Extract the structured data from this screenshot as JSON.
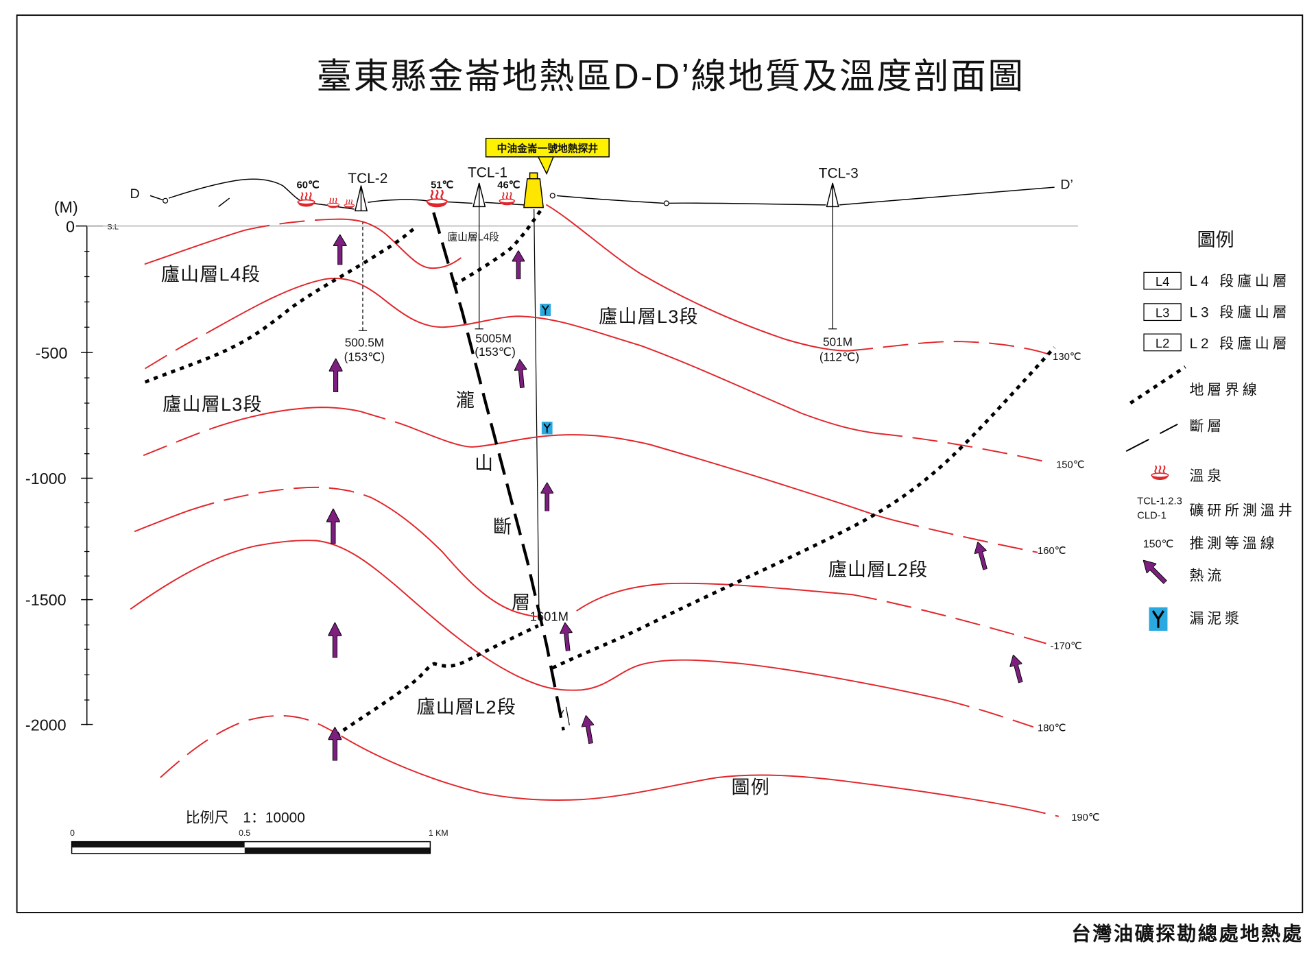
{
  "title": "臺東縣金崙地熱區D-D’線地質及溫度剖面圖",
  "section_ends": {
    "start": "D",
    "end": "D’"
  },
  "exploration_well": {
    "name": "中油金崙一號地熱探井",
    "depth": "1601M"
  },
  "axis": {
    "unit": "(M)",
    "sea_level": "S.L",
    "ticks": [
      "0",
      "-500",
      "-1000",
      "-1500",
      "-2000"
    ]
  },
  "hot_springs": [
    {
      "temp": "60℃"
    },
    {
      "temp": "51℃"
    },
    {
      "temp": "46℃"
    }
  ],
  "wells": [
    {
      "name": "TCL-2",
      "depth": "500.5M",
      "bottom_temp": "(153℃)"
    },
    {
      "name": "TCL-1",
      "depth": "5005M",
      "bottom_temp": "(153℃)"
    },
    {
      "name": "TCL-3",
      "depth": "501M",
      "bottom_temp": "(112℃)"
    }
  ],
  "formations": {
    "l4_small": "廬山層L4段",
    "l4_left": "廬山層L4段",
    "l3_left": "廬山層L3段",
    "l3_right": "廬山層L3段",
    "l2_right": "廬山層L2段",
    "l2_lower": "廬山層L2段"
  },
  "fault_label": [
    "瀧",
    "山",
    "斷",
    "層"
  ],
  "isotherms": [
    "130℃",
    "150℃",
    "160℃",
    "-170℃",
    "180℃",
    "190℃"
  ],
  "section_note": "圖例",
  "legend": {
    "title": "圖例",
    "units": [
      {
        "code": "L4",
        "label": "L4 段廬山層"
      },
      {
        "code": "L3",
        "label": "L3 段廬山層"
      },
      {
        "code": "L2",
        "label": "L2 段廬山層"
      }
    ],
    "boundary": "地層界線",
    "fault": "斷層",
    "hot_spring": "溫泉",
    "well_codes": [
      "TCL-1.2.3",
      "CLD-1"
    ],
    "well": "礦研所測溫井",
    "isotherm_example": "150℃",
    "isotherm": "推測等溫線",
    "heat_flow": "熱流",
    "mud_loss": "漏泥漿"
  },
  "scale": {
    "label": "比例尺　1：10000",
    "ticks": [
      "0",
      "0.5",
      "1 KM"
    ]
  },
  "footer": "台灣油礦探勘總處地熱處",
  "colors": {
    "isotherm": "#e1262b",
    "heat_flow": "#7d1f7f",
    "callout": "#fff200",
    "derrick": "#ffe600",
    "mud_loss": "#2aa8e0",
    "sea_level": "#b0b0b0"
  },
  "icons": [
    "hot-spring-icon",
    "heat-flow-arrow-icon",
    "mud-loss-icon",
    "well-derrick-icon"
  ]
}
